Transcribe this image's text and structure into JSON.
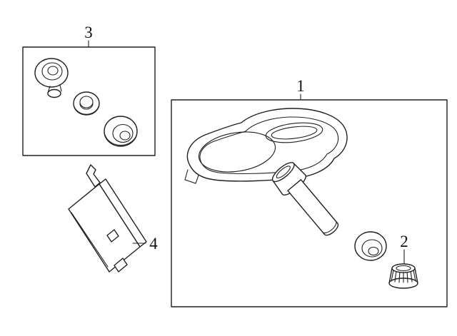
{
  "colors": {
    "background": "#ffffff",
    "line": "#231f20",
    "label": "#111111"
  },
  "callouts": {
    "sensor_box": {
      "label": "1"
    },
    "valve_cap": {
      "label": "2"
    },
    "kit_box": {
      "label": "3"
    },
    "receiver": {
      "label": "4"
    }
  }
}
